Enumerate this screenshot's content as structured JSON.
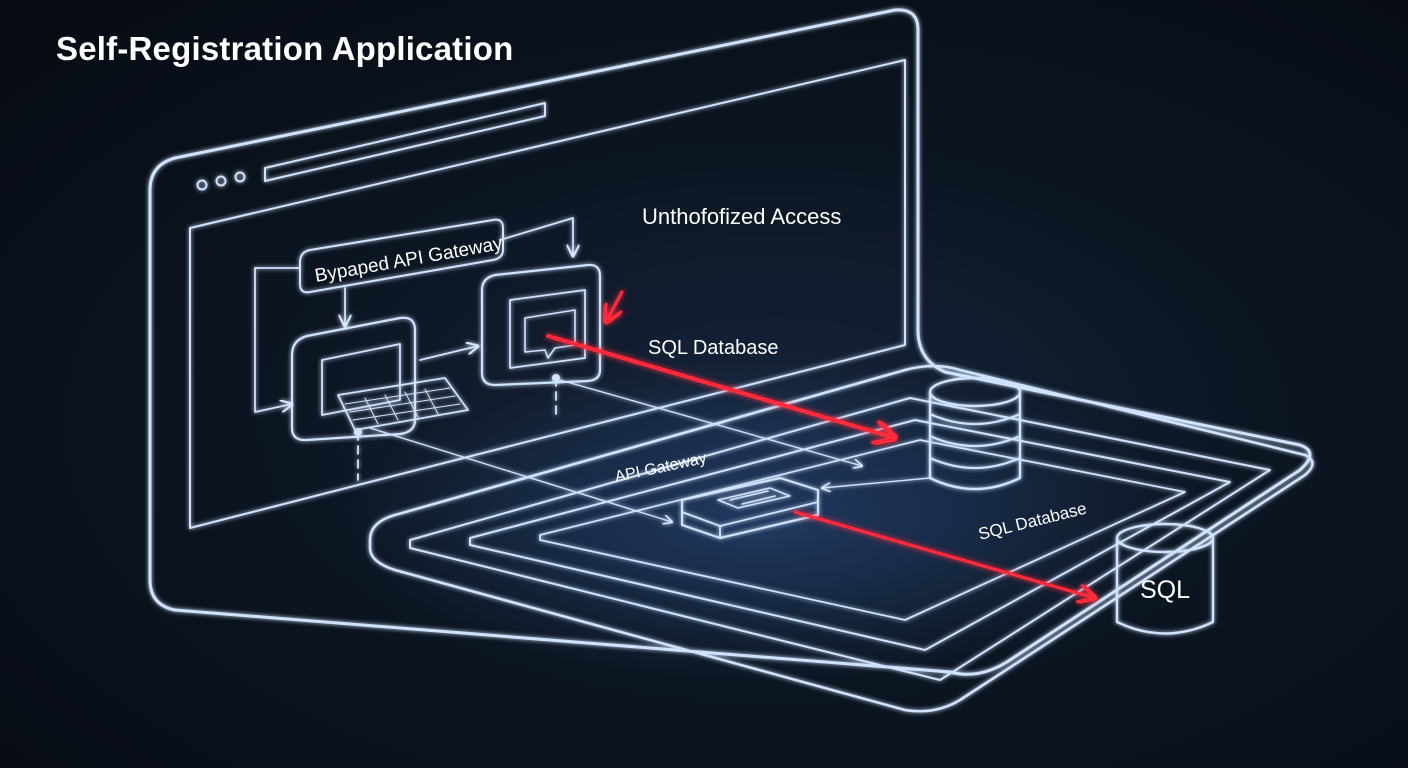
{
  "page": {
    "title": "Self-Registration Application"
  },
  "labels": {
    "bypassed_gateway": "Bypaped API Gateway",
    "unauthorized_access": "Unthofofized Access",
    "sql_database_top": "SQL Database",
    "api_gateway": "API Gateway",
    "sql_database_bottom": "SQL Database",
    "sql_cylinder": "SQL"
  },
  "colors": {
    "background": "#0a111c",
    "wireframe": "#cfe3ff",
    "glow": "#6fa8ff",
    "attack_arrow": "#ff2a3a"
  }
}
